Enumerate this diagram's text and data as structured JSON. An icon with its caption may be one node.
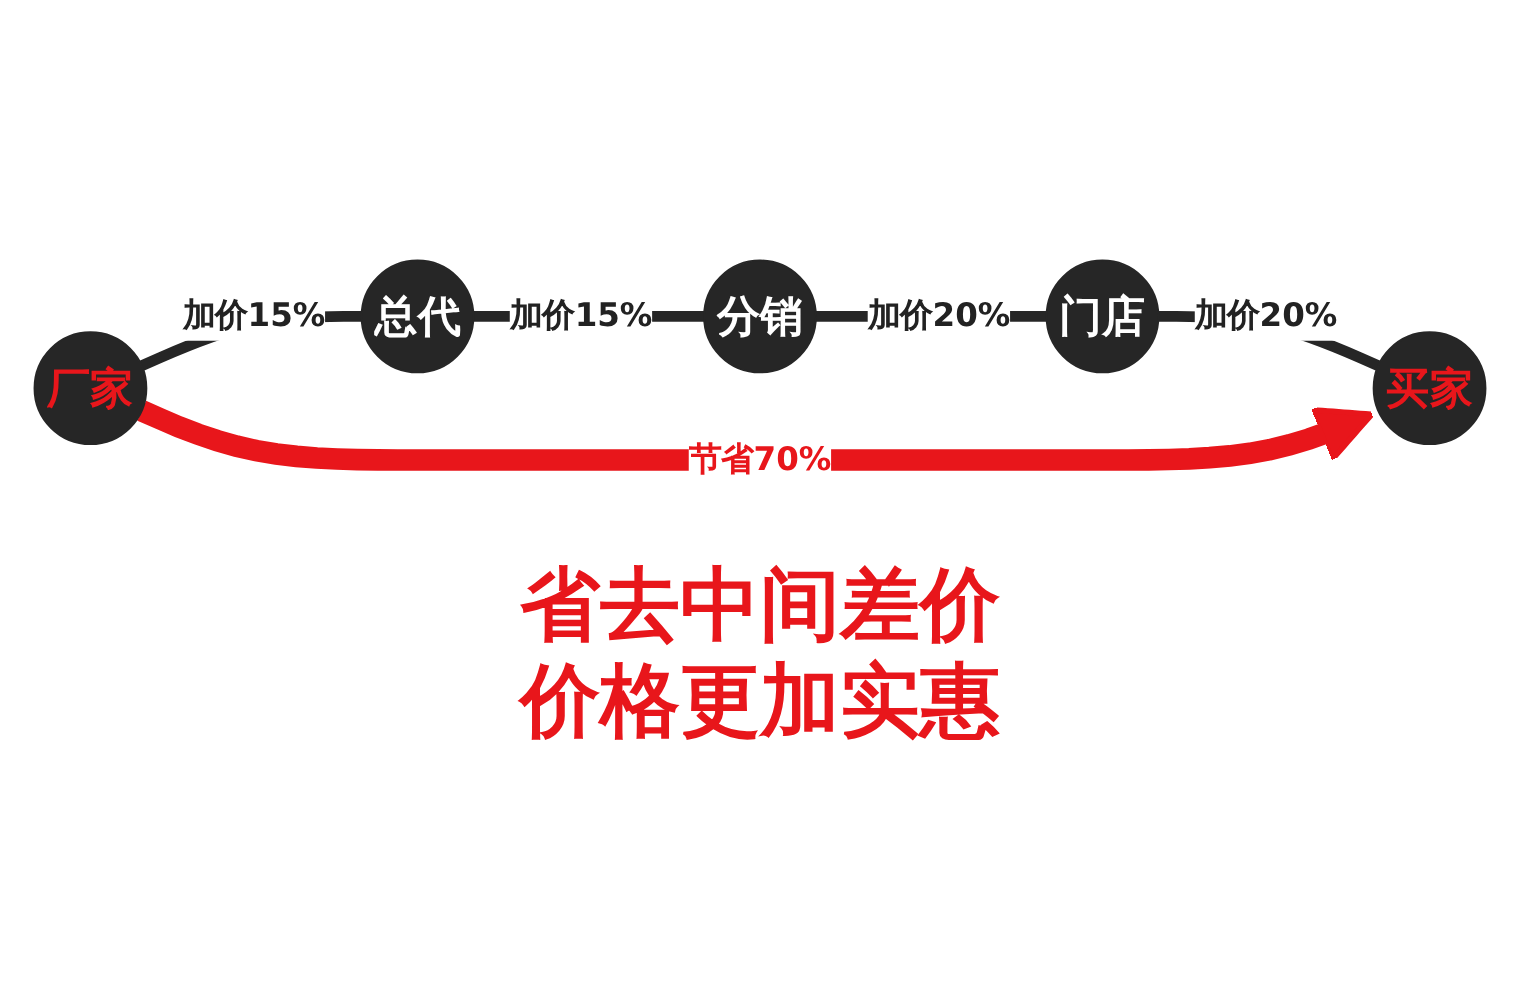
{
  "diagram": {
    "nodes": [
      {
        "text": [
          "厂家"
        ]
      },
      {
        "text": [
          "总代"
        ]
      },
      {
        "text": [
          "分销"
        ]
      },
      {
        "text": [
          "门店"
        ]
      },
      {
        "text": [
          "买家"
        ]
      }
    ],
    "edges": [
      {
        "from": 0,
        "to": 1,
        "arrow": "none",
        "label": "加价15%"
      },
      {
        "from": 1,
        "to": 2,
        "arrow": "none",
        "label": "加价15%"
      },
      {
        "from": 2,
        "to": 3,
        "arrow": "none",
        "label": "加价20%"
      },
      {
        "from": 3,
        "to": 4,
        "arrow": "none",
        "label": "加价20%"
      },
      {
        "from": 0,
        "to": 4,
        "arrow": "to",
        "label": "节省70%",
        "style": "thick",
        "color": "#e8161b"
      }
    ],
    "labels": [
      "省去中间差价价格更加实惠"
    ]
  }
}
